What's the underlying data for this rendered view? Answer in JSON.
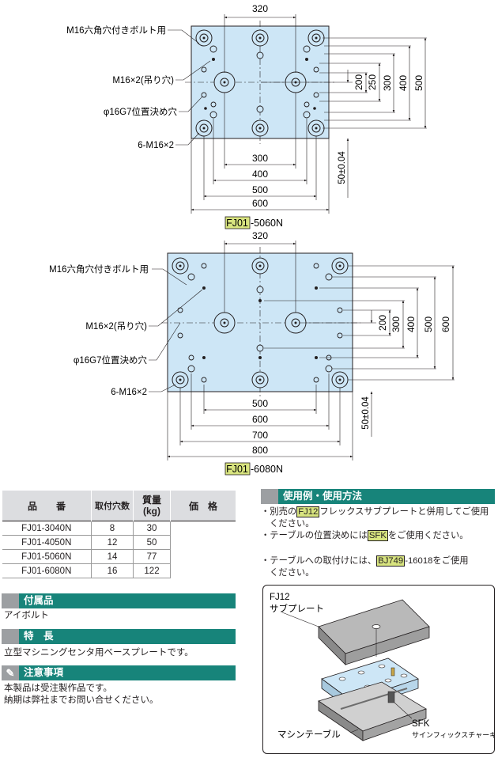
{
  "drawing1": {
    "top_dim": "320",
    "labels": [
      "M16六角穴付きボルト用",
      "M16×2(吊り穴)",
      "φ16G7位置決め穴",
      "6-M16×2"
    ],
    "right_dims": [
      "200",
      "250",
      "300",
      "400",
      "500"
    ],
    "bottom_dims": [
      "300",
      "400",
      "500",
      "600"
    ],
    "tol_dim": "50±0.04",
    "caption_code": "FJ01",
    "caption_rest": "-5060N"
  },
  "drawing2": {
    "top_dim": "320",
    "labels": [
      "M16六角穴付きボルト用",
      "M16×2(吊り穴)",
      "φ16G7位置決め穴",
      "6-M16×2"
    ],
    "right_dims": [
      "200",
      "300",
      "400",
      "500",
      "600"
    ],
    "bottom_dims": [
      "500",
      "600",
      "700",
      "800"
    ],
    "tol_dim": "50±0.04",
    "caption_code": "FJ01",
    "caption_rest": "-6080N"
  },
  "spec_table": {
    "headers": [
      "品　　番",
      "取付穴数",
      "質量\n(kg)",
      "価　格"
    ],
    "rows": [
      [
        "FJ01-3040N",
        "8",
        "30"
      ],
      [
        "FJ01-4050N",
        "12",
        "50"
      ],
      [
        "FJ01-5060N",
        "14",
        "77"
      ],
      [
        "FJ01-6080N",
        "16",
        "122"
      ]
    ]
  },
  "accessories": {
    "title": "付属品",
    "text": "アイボルト"
  },
  "features": {
    "title": "特　長",
    "text": "立型マシニングセンタ用ベースプレートです。"
  },
  "notes": {
    "title": "注意事項",
    "lines": [
      "本製品は受注製作品です。",
      "納期は弊社までお問い合せください。"
    ]
  },
  "usage": {
    "title": "使用例・使用方法",
    "item1_pre": "・別売の",
    "item1_code": "FJ12",
    "item1_post": "フレックスサブプレートと併用してご使用",
    "item1_cont": "ください。",
    "item2_pre": "・テーブルの位置決めには",
    "item2_code": "SFK",
    "item2_post": "をご使用ください。",
    "item3_pre": "・テーブルへの取付けには、",
    "item3_code": "BJ749",
    "item3_post": "-16018をご使用",
    "item3_cont": "ください。"
  },
  "illustration": {
    "label_fj12": "FJ12",
    "label_sub": "サブプレート",
    "label_table": "マシンテーブル",
    "label_sfk": "SFK",
    "label_sfk_desc": "サインフィックスチャーキー"
  },
  "colors": {
    "plate": "#cde6f6",
    "accent": "#17847a",
    "highlight": "#d8e47f",
    "header_gray": "#dcdde0"
  }
}
